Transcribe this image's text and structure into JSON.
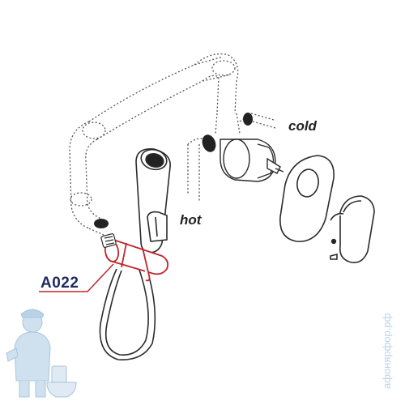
{
  "labels": {
    "cold": "cold",
    "hot": "hot",
    "part_number": "A022"
  },
  "watermark": {
    "text": "афонярфор.рф"
  },
  "colors": {
    "highlight": "#c0262c",
    "part_label": "#1f2a63",
    "outline": "#2b2b2b",
    "dotted": "#555555",
    "watermark": "#b9d4e8"
  },
  "icons": [
    "plumber-mascot-icon",
    "toilet-icon"
  ]
}
